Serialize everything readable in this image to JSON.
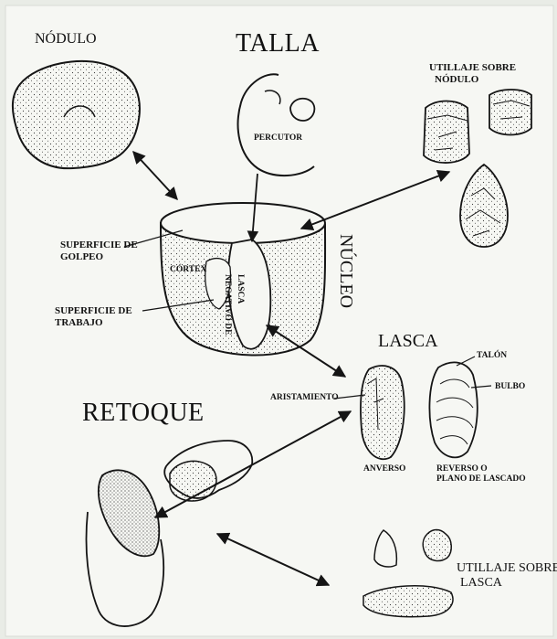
{
  "labels": {
    "nodulo": "NÓDULO",
    "talla": "TALLA",
    "percutor": "PERCUTOR",
    "utillaje_nodulo_1": "UTILLAJE SOBRE",
    "utillaje_nodulo_2": "NÓDULO",
    "superficie_golpeo_1": "SUPERFICIE DE",
    "superficie_golpeo_2": "GOLPEO",
    "cortex": "CÓRTEX",
    "negativo_1": "NEGATIVO DE",
    "negativo_2": "LASCA",
    "nucleo": "NÚCLEO",
    "superficie_trabajo_1": "SUPERFICIE DE",
    "superficie_trabajo_2": "TRABAJO",
    "lasca": "LASCA",
    "talon": "TALÓN",
    "bulbo": "BULBO",
    "aristamiento": "ARISTAMIENTO",
    "anverso": "ANVERSO",
    "reverso_1": "REVERSO O",
    "reverso_2": "PLANO DE LASCADO",
    "retoque": "RETOQUE",
    "utillaje_lasca_1": "UTILLAJE SOBRE",
    "utillaje_lasca_2": "LASCA"
  },
  "colors": {
    "paper": "#f6f7f3",
    "ink": "#151515",
    "stipple": "#3a3a3a"
  }
}
